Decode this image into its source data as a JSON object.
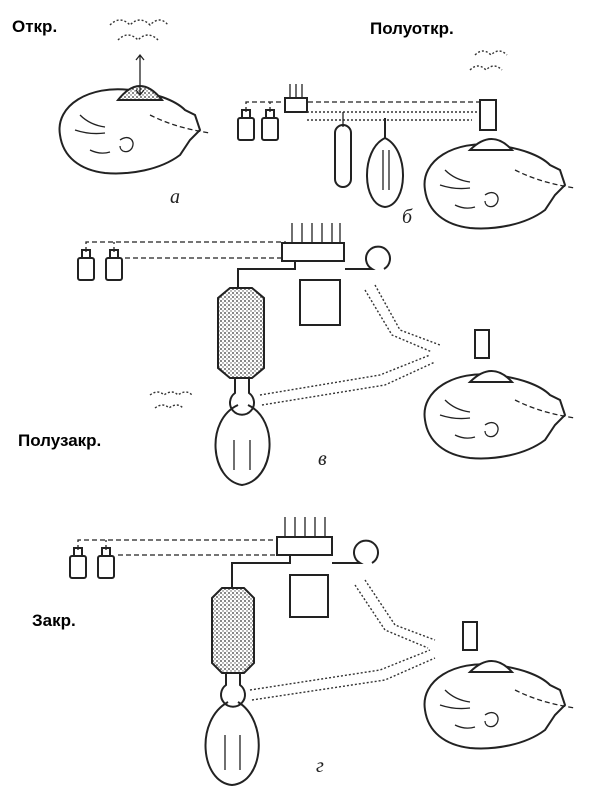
{
  "labels": {
    "open": "Откр.",
    "semi_open": "Полуоткр.",
    "semi_closed": "Полузакр.",
    "closed": "Закр."
  },
  "panel_letters": {
    "a": "а",
    "b": "б",
    "v": "в",
    "g": "г"
  }
}
